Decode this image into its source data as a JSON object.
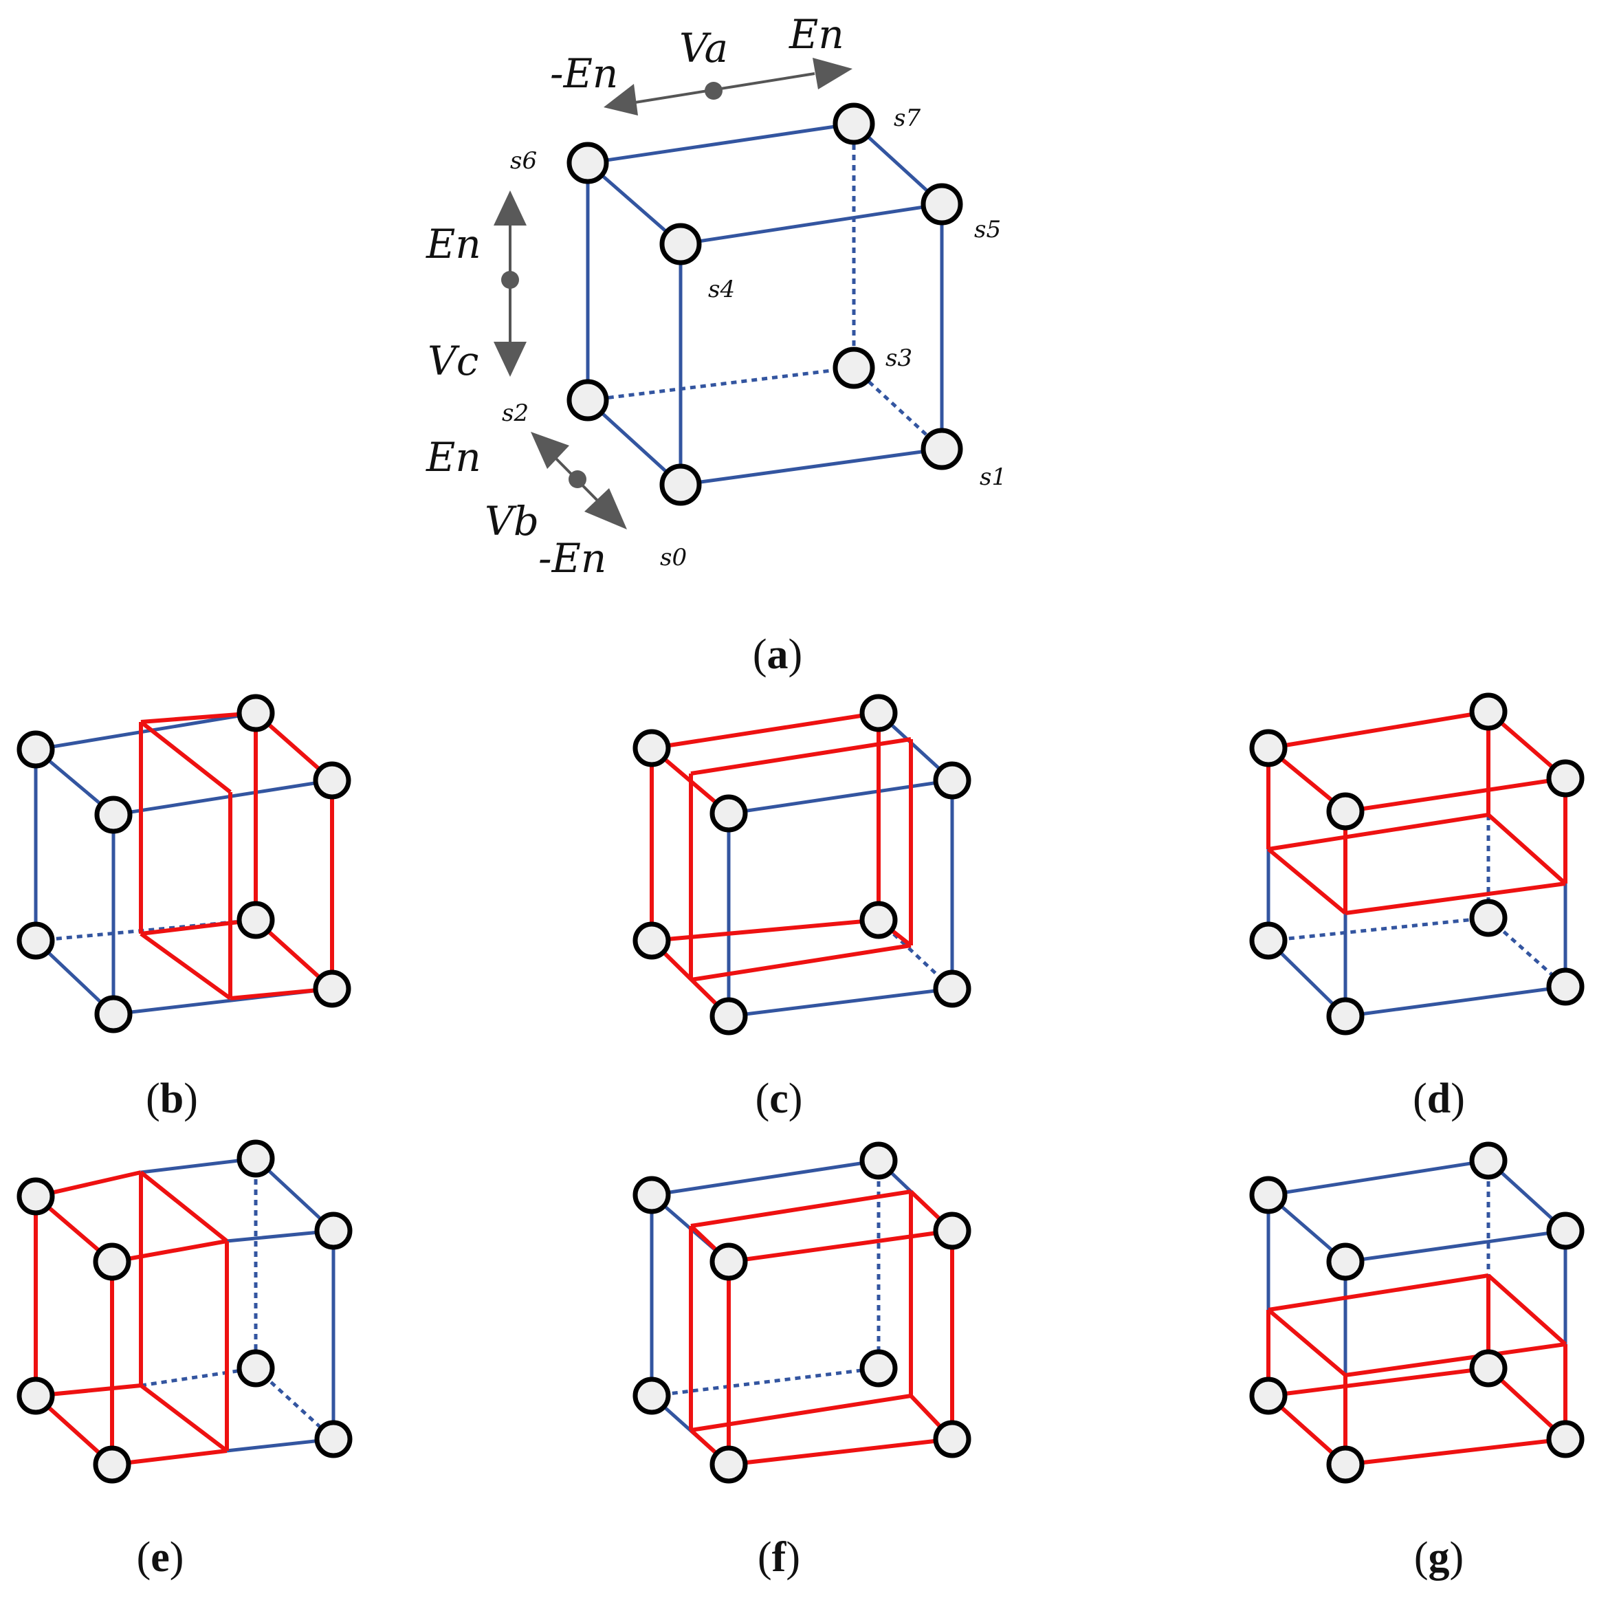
{
  "axes": {
    "a_minus": "-En",
    "a_name": "Va",
    "a_plus": "En",
    "c_plus": "En",
    "c_name": "Vc",
    "b_plus": "En",
    "b_name": "Vb",
    "b_minus": "-En"
  },
  "state_labels": [
    "s0",
    "s1",
    "s2",
    "s3",
    "s4",
    "s5",
    "s6",
    "s7"
  ],
  "panels": [
    {
      "letter": "a"
    },
    {
      "letter": "b"
    },
    {
      "letter": "c"
    },
    {
      "letter": "d"
    },
    {
      "letter": "e"
    },
    {
      "letter": "f"
    },
    {
      "letter": "g"
    }
  ],
  "colors": {
    "edge": "#3355a0",
    "highlight": "#ee1111",
    "node_fill": "#efefef",
    "arrow": "#595959"
  }
}
